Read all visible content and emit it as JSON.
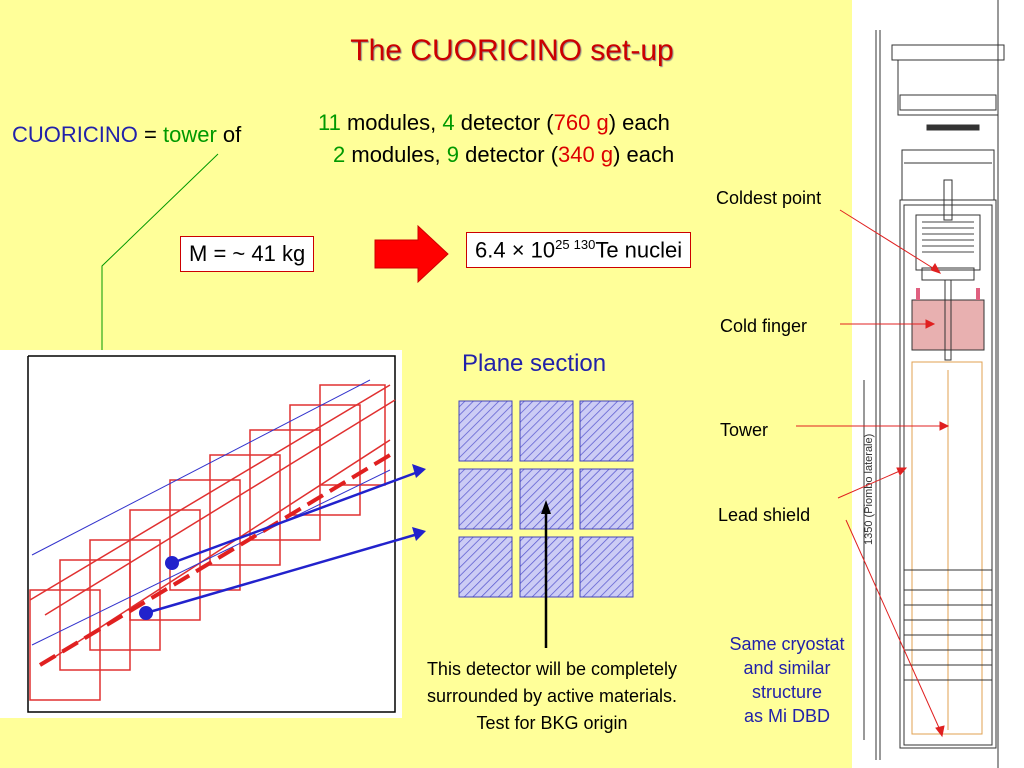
{
  "title": "The CUORICINO set-up",
  "intro": {
    "name": "CUORICINO",
    "eq": " = ",
    "tower": "tower",
    "of": " of"
  },
  "modules": [
    {
      "n": "11",
      "text1": " modules, ",
      "d": "4",
      "text2": " detector (",
      "mass": "760 g",
      "text3": ") each"
    },
    {
      "n": "2",
      "text1": " modules, ",
      "d": "9",
      "text2": " detector (",
      "mass": "340 g",
      "text3": ") each"
    }
  ],
  "mass_box": "M = ~ 41 kg",
  "nuclei_box": {
    "base": "6.4 × 10",
    "exp": "25",
    "iso": "130",
    "tail": "Te nuclei"
  },
  "plane_section": "Plane section",
  "caption": [
    "This detector will be completely",
    "surrounded by active materials.",
    "Test for BKG origin"
  ],
  "labels": {
    "coldest_point": "Coldest point",
    "cold_finger": "Cold finger",
    "tower": "Tower",
    "lead_shield": "Lead shield"
  },
  "same_cryostat": [
    "Same cryostat",
    "and similar",
    "structure",
    "as Mi DBD"
  ],
  "drawing_text": {
    "side_label": "1350  (Piombo  laterale)"
  },
  "colors": {
    "background": "#ffff99",
    "title": "#cc0000",
    "blue": "#2222aa",
    "green": "#009900",
    "red": "#dd0000"
  }
}
